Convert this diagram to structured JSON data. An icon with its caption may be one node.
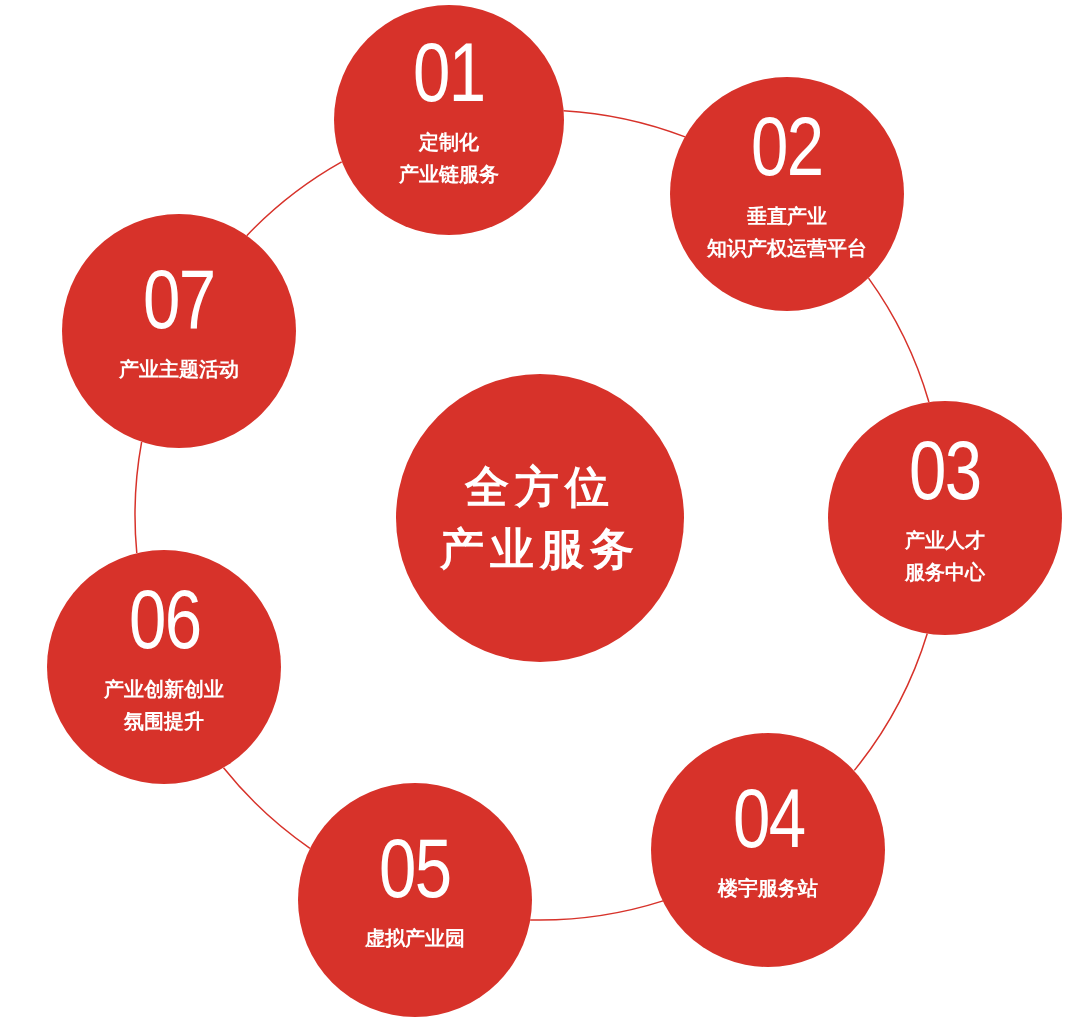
{
  "diagram": {
    "nodes": [
      {
        "text": [
          "01",
          "定制化产业链服务"
        ]
      },
      {
        "text": [
          "02",
          "垂直产业知识产权运营平台"
        ]
      },
      {
        "text": [
          "03",
          "产业人才服务中心"
        ]
      },
      {
        "text": [
          "04",
          "楼宇服务站"
        ]
      },
      {
        "text": [
          "05",
          "虚拟产业园"
        ]
      },
      {
        "text": [
          "06",
          "产业创新创业氛围提升"
        ]
      },
      {
        "text": [
          "07",
          "产业主题活动"
        ]
      },
      {
        "text": [
          "全方位产业服务"
        ]
      }
    ],
    "edges": [
      {
        "from": 0,
        "to": 1,
        "arrow": "none"
      },
      {
        "from": 1,
        "to": 2,
        "arrow": "none"
      },
      {
        "from": 2,
        "to": 3,
        "arrow": "none"
      },
      {
        "from": 3,
        "to": 4,
        "arrow": "none"
      },
      {
        "from": 4,
        "to": 5,
        "arrow": "none"
      },
      {
        "from": 5,
        "to": 6,
        "arrow": "none"
      },
      {
        "from": 6,
        "to": 0,
        "arrow": "none"
      }
    ]
  }
}
